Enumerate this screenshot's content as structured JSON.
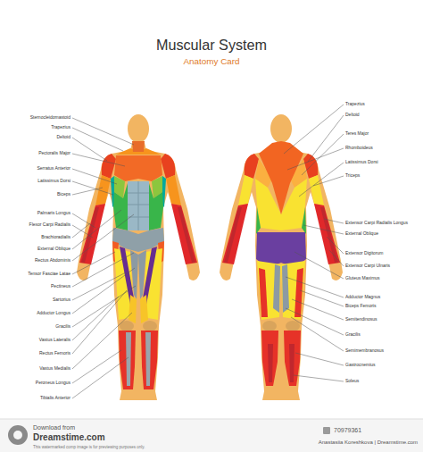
{
  "diagram": {
    "title": "Muscular System",
    "labels": [
      "Anatomy Card",
      "Sternocleidomastoid",
      "Trapezius",
      "Deltoid",
      "Pectoralis Major",
      "Serratus Anterior",
      "Latissimus Dorsi",
      "Biceps",
      "Palmaris Longus",
      "Flexor Carpi Radialis",
      "Brachioradialis",
      "External Oblique",
      "Rectus Abdominis",
      "Tensor Fasciae Latae",
      "Pectineus",
      "Sartorius",
      "Adductor Longus",
      "Gracilis",
      "Vastus Lateralis",
      "Rectus Femoris",
      "Vastus Medialis",
      "Peroneus Longus",
      "Tibialis Anterior",
      "Trapezius",
      "Deltoid",
      "Teres Major",
      "Rhomboideus",
      "Latissimus Dorsi",
      "Triceps",
      "Extensor Carpi Radialis Longus",
      "External Oblique",
      "Extensor Digitorum",
      "Extensor Carpi Ulnaris",
      "Gluteus Maximus",
      "Adductor Magnus",
      "Biceps Femoris",
      "Semitendinosus",
      "Gracilis",
      "Semimembranosus",
      "Gastrocnemius",
      "Soleus",
      "Download from",
      "Dreamstime.com",
      "This watermarked comp image is for previewing purposes only.",
      "70979361",
      "Anastasiia Koreshkova | Dreamstime.com"
    ]
  }
}
